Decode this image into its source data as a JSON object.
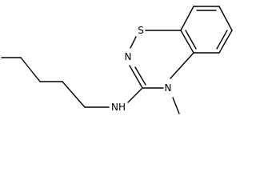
{
  "molecule": {
    "atoms": {
      "sulfur": "S",
      "ring_nitrogen": "N",
      "methyl_nitrogen": "N",
      "amine": "NH"
    },
    "colors": {
      "bond": "#000000",
      "label": "#000000",
      "background": "#ffffff"
    }
  }
}
